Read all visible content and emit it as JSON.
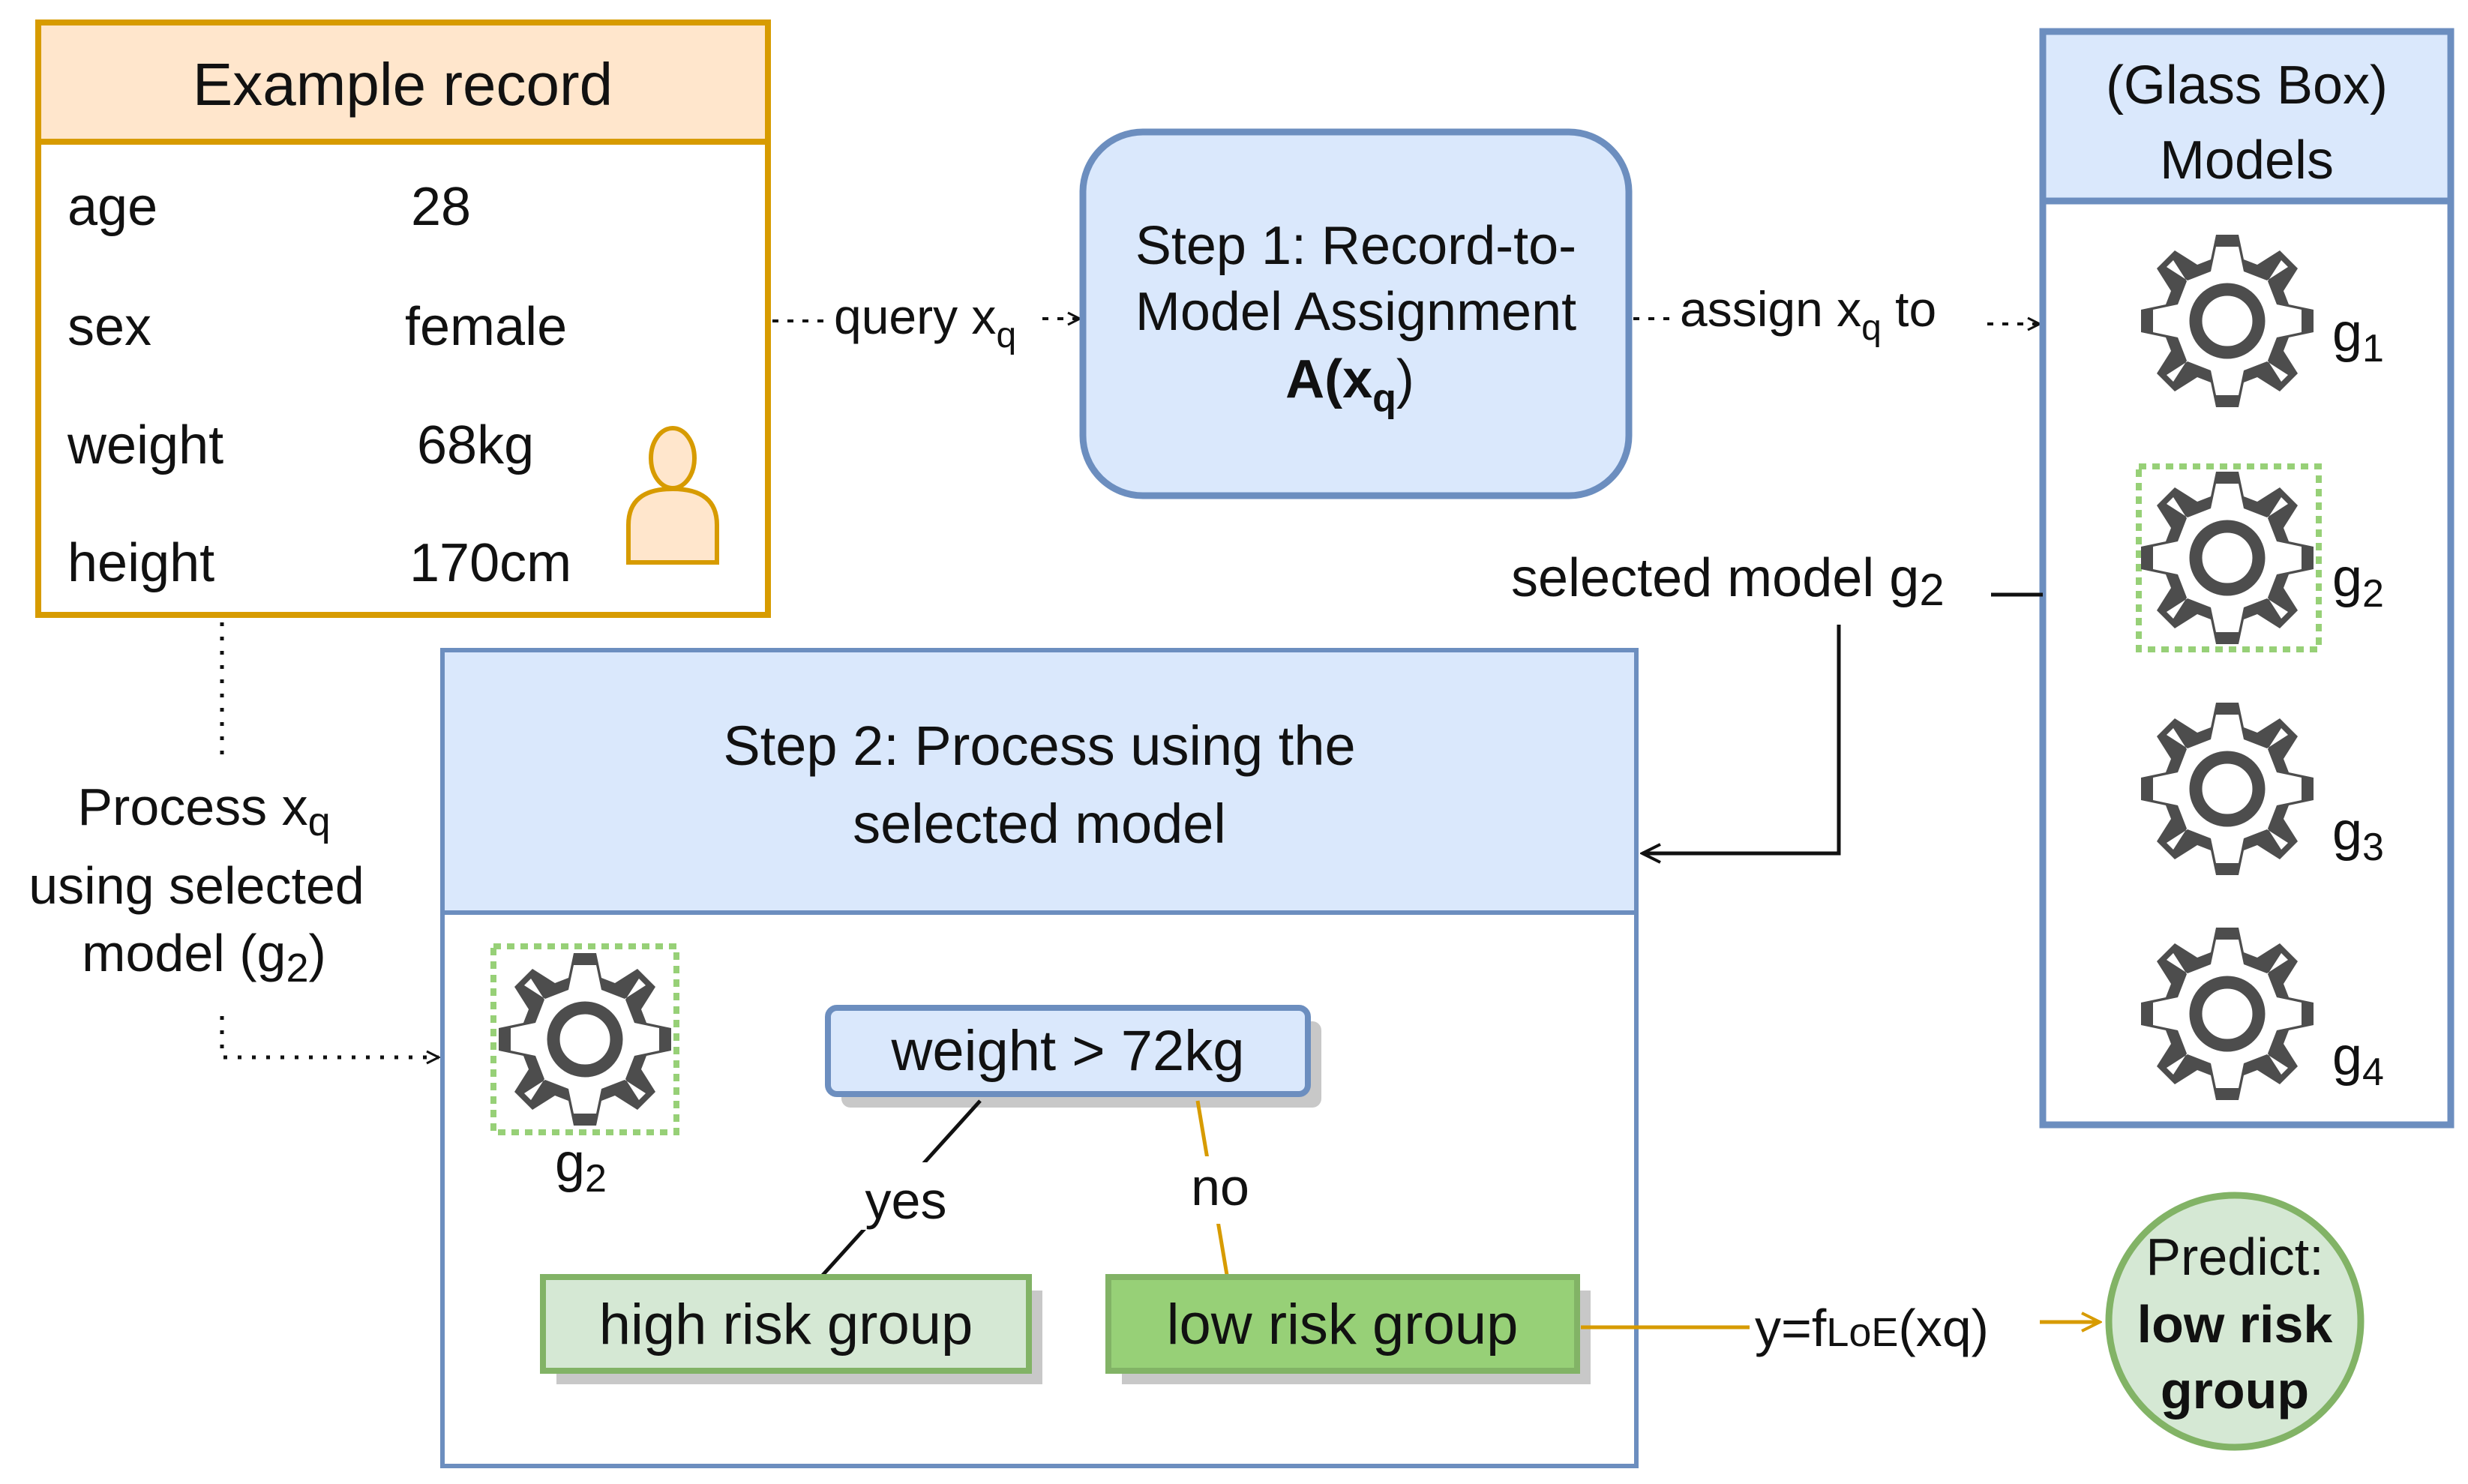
{
  "record": {
    "title": "Example record",
    "fields": [
      {
        "name": "age",
        "value": "28"
      },
      {
        "name": "sex",
        "value": "female"
      },
      {
        "name": "weight",
        "value": "68kg"
      },
      {
        "name": "height",
        "value": "170cm"
      }
    ]
  },
  "arrows": {
    "query_prefix": "query x",
    "query_sub": "q",
    "assign_prefix": "assign x",
    "assign_sub": "q",
    "assign_suffix": " to",
    "selected_prefix": "selected model g",
    "selected_sub": "2",
    "process_line1_prefix": "Process x",
    "process_line1_sub": "q",
    "process_line2": "using selected",
    "process_line3_prefix": "model (g",
    "process_line3_sub": "2",
    "process_line3_suffix": ")",
    "output_prefix": "y=f",
    "output_sub": "LoE",
    "output_suffix": "(xq)"
  },
  "step1": {
    "line1": "Step 1: Record-to-",
    "line2": "Model Assignment",
    "formula_prefix": "A(x",
    "formula_sub": "q",
    "formula_suffix": ")"
  },
  "models": {
    "title_line1": "(Glass Box)",
    "title_line2": "Models",
    "items": [
      {
        "letter": "g",
        "sub": "1",
        "selected": false
      },
      {
        "letter": "g",
        "sub": "2",
        "selected": true
      },
      {
        "letter": "g",
        "sub": "3",
        "selected": false
      },
      {
        "letter": "g",
        "sub": "4",
        "selected": false
      }
    ]
  },
  "step2": {
    "title_line1": "Step 2: Process using the",
    "title_line2": "selected model",
    "model_letter": "g",
    "model_sub": "2",
    "condition": "weight > 72kg",
    "yes_label": "yes",
    "no_label": "no",
    "leaf_high": "high risk group",
    "leaf_low": "low risk group"
  },
  "prediction": {
    "line1": "Predict:",
    "line2": "low risk",
    "line3": "group"
  },
  "colors": {
    "record_border": "#d79b00",
    "record_header": "#ffe6cc",
    "blue_border": "#6c8ebf",
    "blue_fill": "#dae8fc",
    "green_border": "#82b366",
    "green_fill": "#d5e8d4",
    "green_leaf_dark": "#97d077",
    "gear": "#4d4d4d",
    "orange_line": "#d79b00"
  }
}
